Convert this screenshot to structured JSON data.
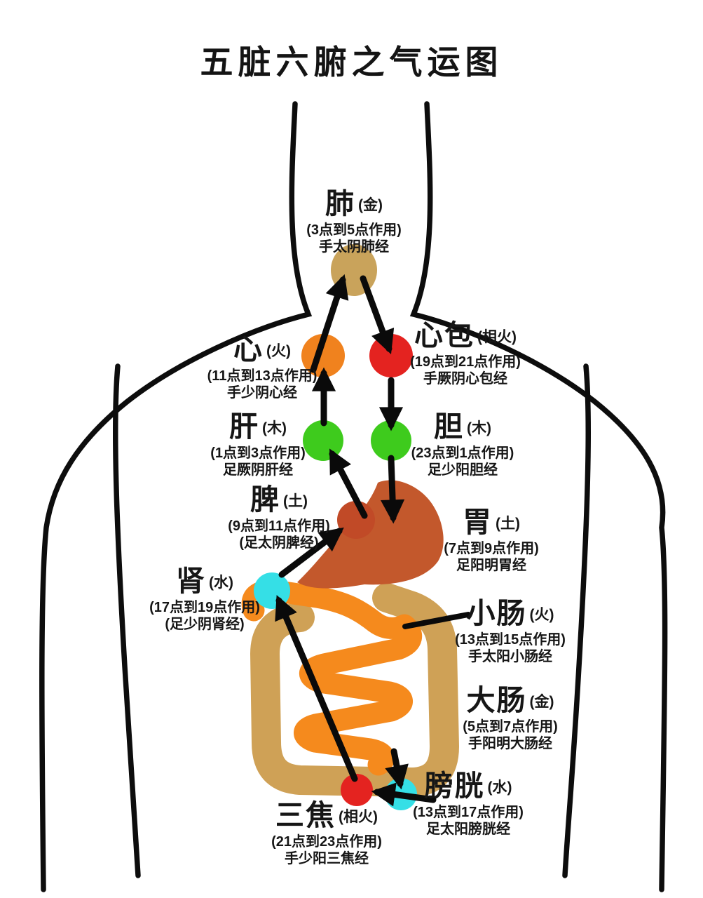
{
  "title": "五脏六腑之气运图",
  "organs": [
    {
      "id": "lung",
      "name": "肺",
      "element": "(金)",
      "time": "(3点到5点作用)",
      "meridian": "手太阴肺经",
      "color": "#c9a35b"
    },
    {
      "id": "heart",
      "name": "心",
      "element": "(火)",
      "time": "(11点到13点作用)",
      "meridian": "手少阴心经",
      "color": "#f0821e"
    },
    {
      "id": "pericardium",
      "name": "心包",
      "element": "(相火)",
      "time": "(19点到21点作用)",
      "meridian": "手厥阴心包经",
      "color": "#e42320"
    },
    {
      "id": "liver",
      "name": "肝",
      "element": "(木)",
      "time": "(1点到3点作用)",
      "meridian": "足厥阴肝经",
      "color": "#3ecb1d"
    },
    {
      "id": "gallbladder",
      "name": "胆",
      "element": "(木)",
      "time": "(23点到1点作用)",
      "meridian": "足少阳胆经",
      "color": "#3ecb1d"
    },
    {
      "id": "spleen",
      "name": "脾",
      "element": "(土)",
      "time": "(9点到11点作用)",
      "meridian": "(足太阴脾经)",
      "color": "#c14a27"
    },
    {
      "id": "stomach",
      "name": "胃",
      "element": "(土)",
      "time": "(7点到9点作用)",
      "meridian": "足阳明胃经",
      "color": "#c3582c"
    },
    {
      "id": "kidney",
      "name": "肾",
      "element": "(水)",
      "time": "(17点到19点作用)",
      "meridian": "(足少阴肾经)",
      "color": "#35dfe6"
    },
    {
      "id": "small-intestine",
      "name": "小肠",
      "element": "(火)",
      "time": "(13点到15点作用)",
      "meridian": "手太阳小肠经",
      "color": "#f58a1d"
    },
    {
      "id": "large-intestine",
      "name": "大肠",
      "element": "(金)",
      "time": "(5点到7点作用)",
      "meridian": "手阳明大肠经",
      "color": "#cfa156"
    },
    {
      "id": "bladder",
      "name": "膀胱",
      "element": "(水)",
      "time": "(13点到17点作用)",
      "meridian": "足太阳膀胱经",
      "color": "#35dfe6"
    },
    {
      "id": "sanjiao",
      "name": "三焦",
      "element": "(相火)",
      "time": "(21点到23点作用)",
      "meridian": "手少阳三焦经",
      "color": "#e42320"
    }
  ]
}
